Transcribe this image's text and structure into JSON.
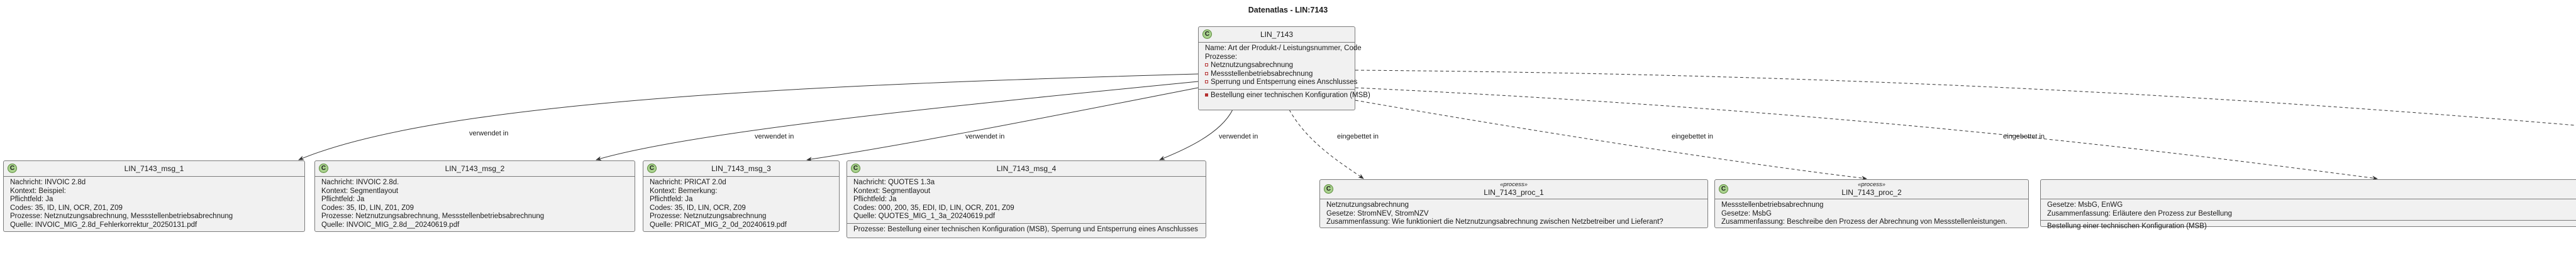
{
  "title": "Datenatlas - LIN:7143",
  "root": {
    "name": "LIN_7143",
    "line1": "Name: Art der Produkt-/ Leistungsnummer, Code",
    "line2": "Prozesse:",
    "items": [
      "Netznutzungsabrechnung",
      "Messstellenbetriebsabrechnung",
      "Sperrung und Entsperrung eines Anschlusses"
    ],
    "method": "Bestellung einer technischen Konfiguration (MSB)"
  },
  "edge_labels": {
    "uses": "verwendet in",
    "embedded": "eingebettet in"
  },
  "messages": [
    {
      "name": "LIN_7143_msg_1",
      "lines": [
        "Nachricht: INVOIC 2.8d",
        "Kontext: Beispiel:",
        "Pflichtfeld: Ja",
        "Codes: 35, ID, LIN, OCR, Z01, Z09",
        "Prozesse: Netznutzungsabrechnung, Messstellenbetriebsabrechnung",
        "Quelle: INVOIC_MIG_2.8d_Fehlerkorrektur_20250131.pdf"
      ]
    },
    {
      "name": "LIN_7143_msg_2",
      "lines": [
        "Nachricht: INVOIC 2.8d.",
        "Kontext: Segmentlayout",
        "Pflichtfeld: Ja",
        "Codes: 35, ID, LIN, Z01, Z09",
        "Prozesse: Netznutzungsabrechnung, Messstellenbetriebsabrechnung",
        "Quelle: INVOIC_MIG_2.8d__20240619.pdf"
      ]
    },
    {
      "name": "LIN_7143_msg_3",
      "lines": [
        "Nachricht: PRICAT 2.0d",
        "Kontext: Bemerkung:",
        "Pflichtfeld: Ja",
        "Codes: 35, ID, LIN, OCR, Z09",
        "Prozesse: Netznutzungsabrechnung",
        "Quelle: PRICAT_MIG_2_0d_20240619.pdf"
      ]
    },
    {
      "name": "LIN_7143_msg_4",
      "lines": [
        "Nachricht: QUOTES 1.3a",
        "Kontext: Segmentlayout",
        "Pflichtfeld: Ja",
        "Codes: 000, 200, 35, EDI, ID, LIN, OCR, Z01, Z09",
        "Quelle: QUOTES_MIG_1_3a_20240619.pdf"
      ],
      "after_sep": "Prozesse: Bestellung einer technischen Konfiguration (MSB), Sperrung und Entsperrung eines Anschlusses"
    }
  ],
  "processes": [
    {
      "stereotype": "«process»",
      "name": "LIN_7143_proc_1",
      "lines": [
        "Netznutzungsabrechnung",
        "Gesetze: StromNEV, StromNZV",
        "Zusammenfassung: Wie funktioniert die Netznutzungsabrechnung zwischen Netzbetreiber und Lieferant?"
      ]
    },
    {
      "stereotype": "«process»",
      "name": "LIN_7143_proc_2",
      "lines": [
        "Messstellenbetriebsabrechnung",
        "Gesetze: MsbG",
        "Zusammenfassung: Beschreibe den Prozess der Abrechnung von Messstellenleistungen."
      ]
    },
    {
      "lines": [
        "Gesetze: MsbG, EnWG",
        "Zusammenfassung: Erläutere den Prozess zur Bestellung"
      ],
      "after_sep": "Bestellung einer technischen Konfiguration (MSB)"
    }
  ]
}
